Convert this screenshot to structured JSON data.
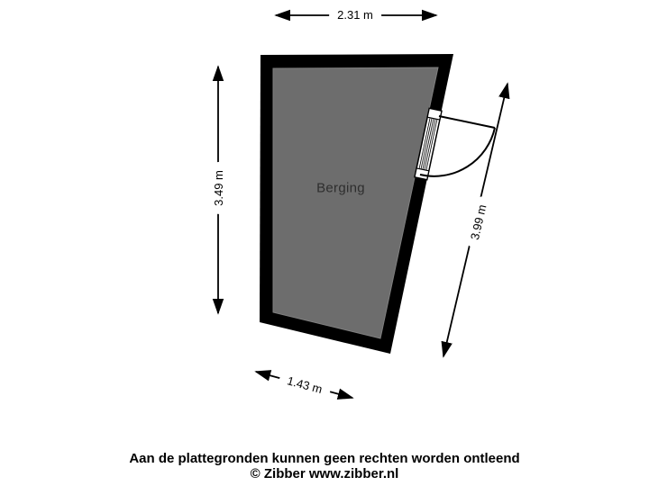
{
  "floorplan": {
    "room_label": "Berging",
    "dimensions": {
      "top": "2.31 m",
      "left": "3.49 m",
      "right": "3.99 m",
      "bottom": "1.43 m"
    },
    "features": {
      "door": "single-swing-door-right-wall"
    },
    "colors": {
      "wall": "#000000",
      "floor": "#6d6d6d",
      "background": "#ffffff",
      "label_bg": "#ffffff",
      "text": "#000000",
      "room_text": "#2e2e2e"
    }
  },
  "footer": {
    "disclaimer": "Aan de plattegronden kunnen geen rechten worden ontleend",
    "credit": "© Zibber www.zibber.nl"
  }
}
